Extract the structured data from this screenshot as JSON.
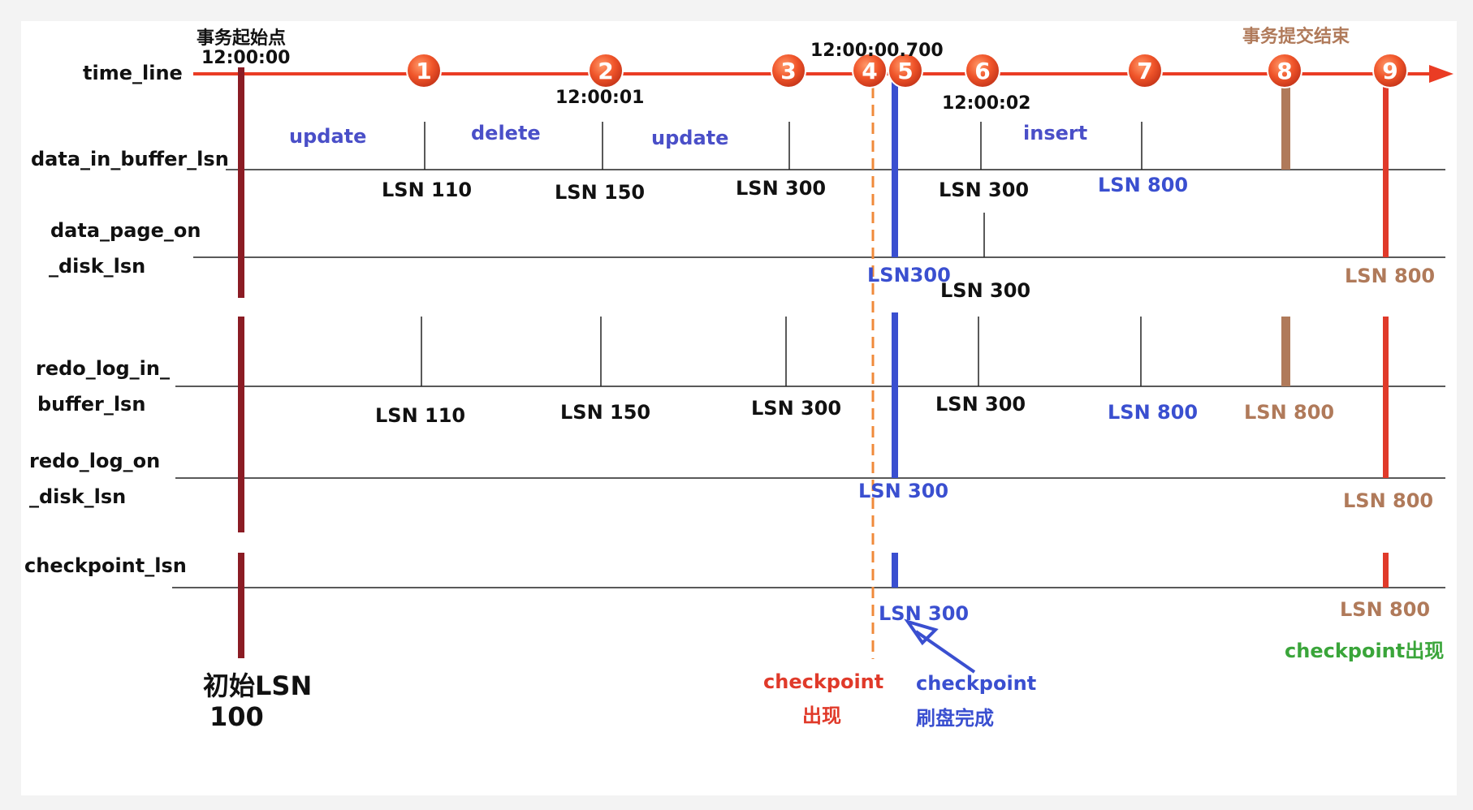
{
  "colors": {
    "timeline": "#ea3c24",
    "event": "#4a4fc8",
    "checkpoint_appear": "#e03a2a",
    "commit": "#b07a5a",
    "green": "#3aa53a",
    "black": "#111111",
    "dark_red": "#8b1c24",
    "blue": "#3a4fd0",
    "red": "#e03a2a",
    "dashed": "#f08a3a",
    "brown": "#b07a5a"
  },
  "rows": {
    "time_line": "time_line",
    "data_in_buffer_lsn": "data_in_buffer_lsn",
    "data_page_on_disk_lsn_1": "data_page_on",
    "data_page_on_disk_lsn_2": "_disk_lsn",
    "redo_log_in_buffer_lsn_1": "redo_log_in_",
    "redo_log_in_buffer_lsn_2": "buffer_lsn",
    "redo_log_on_disk_lsn_1": "redo_log_on",
    "redo_log_on_disk_lsn_2": "_disk_lsn",
    "checkpoint_lsn": "checkpoint_lsn"
  },
  "times": {
    "start_caption": "事务起始点",
    "start_time": "12:00:00",
    "t2": "12:00:01",
    "t45": "12:00:00.700",
    "t6": "12:00:02",
    "commit_caption": "事务提交结束"
  },
  "markers": [
    "1",
    "2",
    "3",
    "4",
    "5",
    "6",
    "7",
    "8",
    "9"
  ],
  "operations": {
    "op1": "update",
    "op2": "delete",
    "op3": "update",
    "op4": "insert"
  },
  "buffer_lsn": {
    "m1": "LSN 110",
    "m2": "LSN 150",
    "m3": "LSN 300",
    "m6": "LSN 300",
    "m7": "LSN 800"
  },
  "disk_page_lsn": {
    "m5": "LSN300",
    "m6": "LSN 300",
    "m9": "LSN 800"
  },
  "redo_buffer_lsn": {
    "m1": "LSN 110",
    "m2": "LSN 150",
    "m3": "LSN 300",
    "m6": "LSN 300",
    "m7": "LSN 800",
    "m8": "LSN 800"
  },
  "redo_disk_lsn": {
    "m5": "LSN 300",
    "m9": "LSN 800"
  },
  "checkpoint_lsn": {
    "m5": "LSN 300",
    "m9": "LSN 800"
  },
  "captions": {
    "initial_lsn_1": "初始LSN",
    "initial_lsn_2": "100",
    "checkpoint_appear_1": "checkpoint",
    "checkpoint_appear_2": "出现",
    "checkpoint_flush_1": "checkpoint",
    "checkpoint_flush_2": "刷盘完成",
    "checkpoint_appear_right": "checkpoint出现"
  }
}
